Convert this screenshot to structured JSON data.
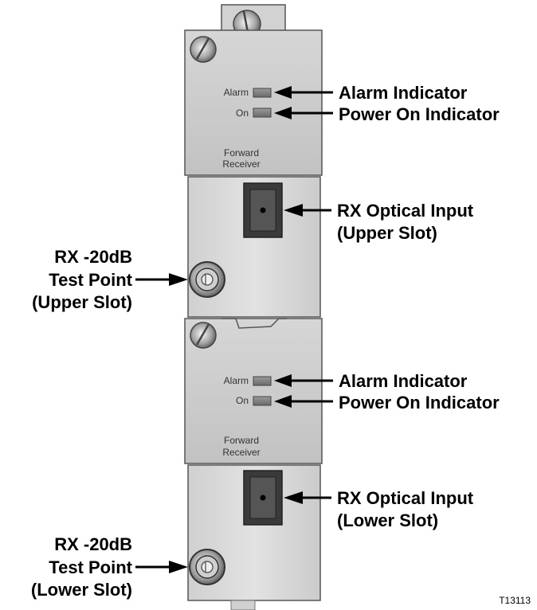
{
  "upper_module": {
    "alarm_text": "Alarm",
    "on_text": "On",
    "label_line1": "Forward",
    "label_line2": "Receiver"
  },
  "lower_module": {
    "alarm_text": "Alarm",
    "on_text": "On",
    "label_line1": "Forward",
    "label_line2": "Receiver"
  },
  "callouts": {
    "upper": {
      "alarm": "Alarm Indicator",
      "power": "Power On Indicator",
      "rx_input_line1": "RX Optical Input",
      "rx_input_line2": "(Upper Slot)",
      "test_line1": "RX -20dB",
      "test_line2": "Test Point",
      "test_line3": "(Upper Slot)"
    },
    "lower": {
      "alarm": "Alarm Indicator",
      "power": "Power On Indicator",
      "rx_input_line1": "RX Optical Input",
      "rx_input_line2": "(Lower Slot)",
      "test_line1": "RX -20dB",
      "test_line2": "Test Point",
      "test_line3": "(Lower Slot)"
    }
  },
  "figure_id": "T13113"
}
